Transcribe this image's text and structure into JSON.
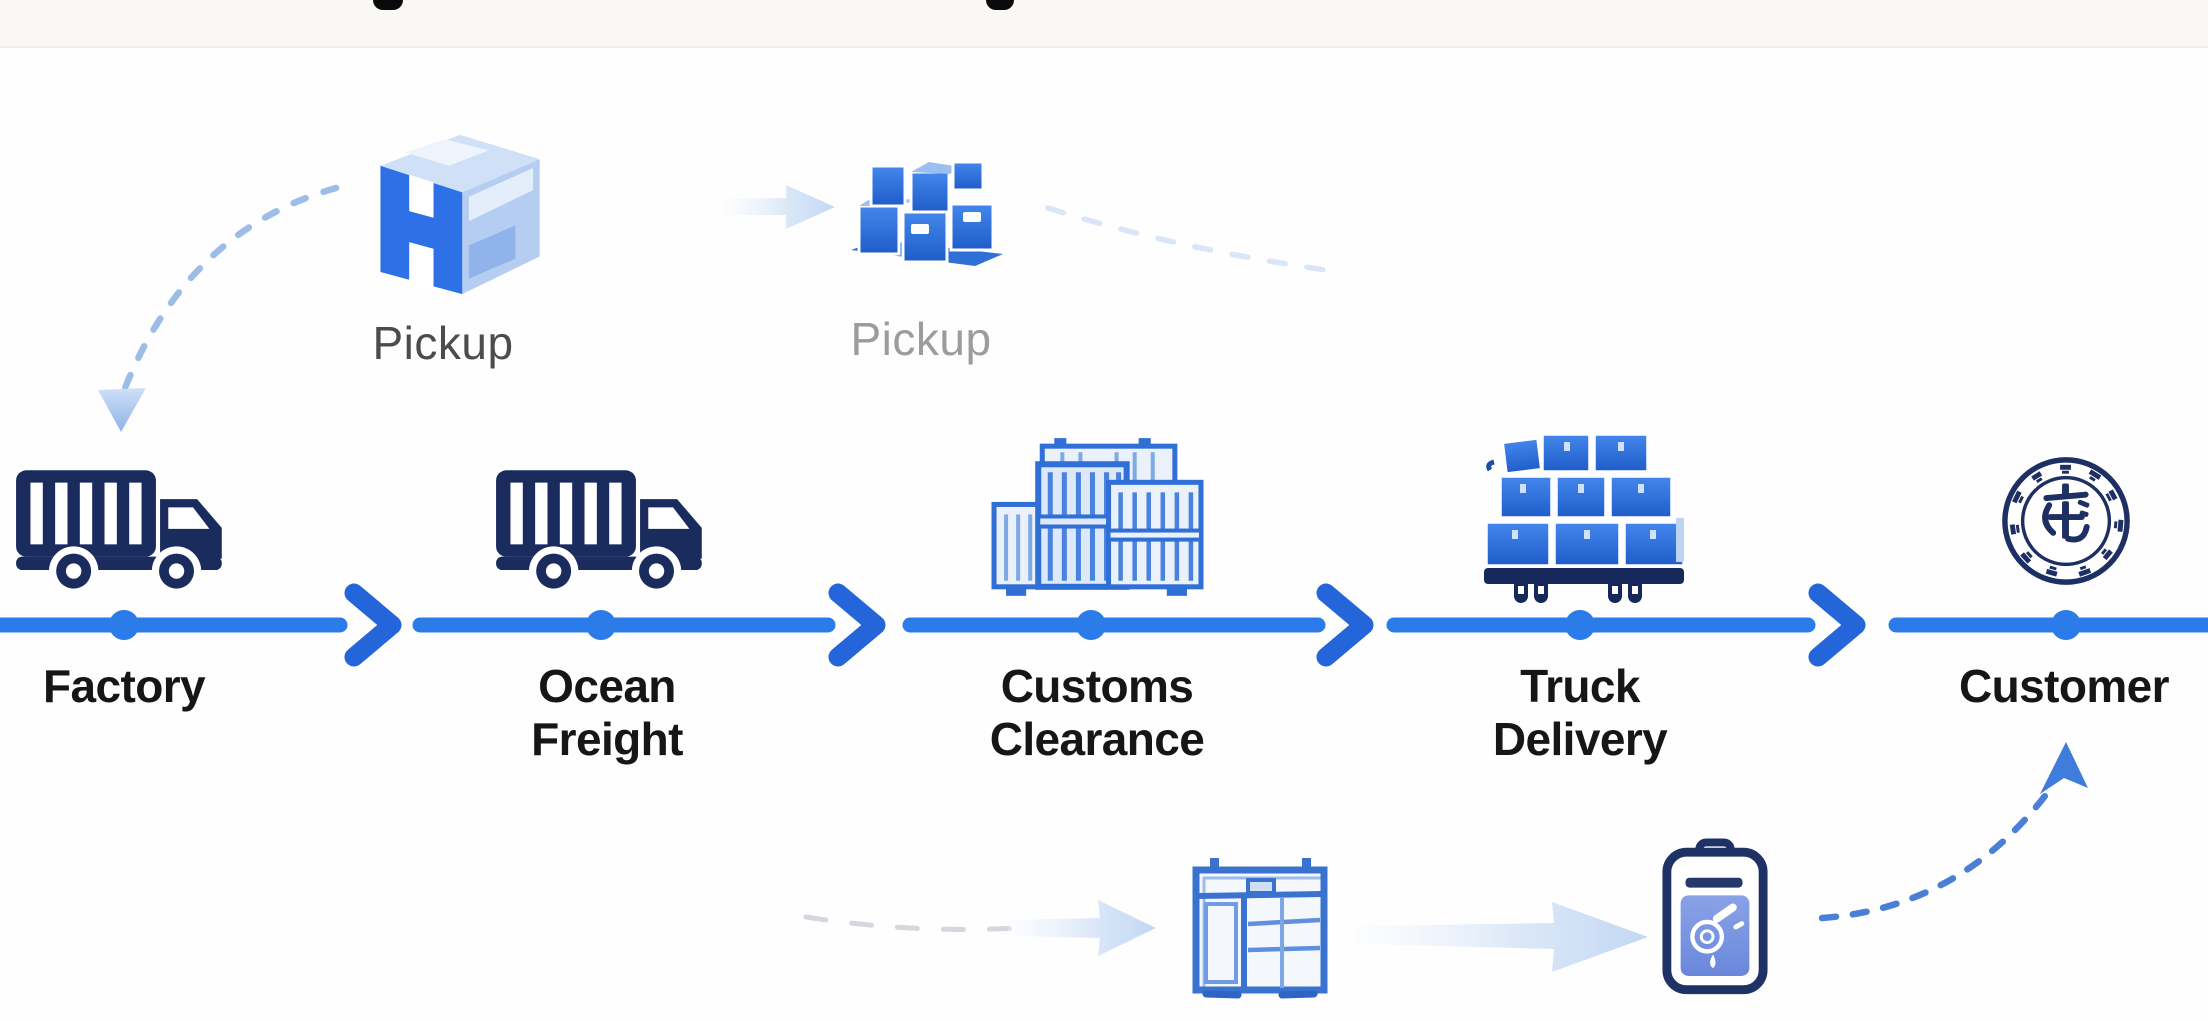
{
  "diagram": {
    "type": "logistics-process-flow",
    "pickup_annotations": [
      {
        "label": "Pickup",
        "icon": "parcel-box-icon",
        "style": "dark"
      },
      {
        "label": "Pickup",
        "icon": "box-stack-pallet-icon",
        "style": "faded"
      }
    ],
    "stages": [
      {
        "label": "Factory",
        "icon": "cargo-truck-icon"
      },
      {
        "label": "Ocean Freight",
        "icon": "cargo-truck-icon"
      },
      {
        "label": "Customs Clearance",
        "icon": "customs-warehouse-icon"
      },
      {
        "label": "Truck Delivery",
        "icon": "loaded-trailer-icon"
      },
      {
        "label": "Customer",
        "icon": "company-seal-icon"
      }
    ],
    "bottom_annotations": [
      {
        "icon": "container-crate-icon"
      },
      {
        "icon": "inspection-clipboard-icon"
      }
    ],
    "colors": {
      "timeline_blue": "#2b7ce9",
      "arrowhead_blue": "#2565da",
      "icon_navy": "#1a2b5e",
      "icon_blue": "#2f6fd6",
      "soft_arrow_blue": "#c9dcf6",
      "label_dark": "#161616",
      "pickup_label_dark": "#4c4c4c",
      "pickup_label_faded": "#9c9c9c",
      "background": "#fefefe"
    }
  }
}
